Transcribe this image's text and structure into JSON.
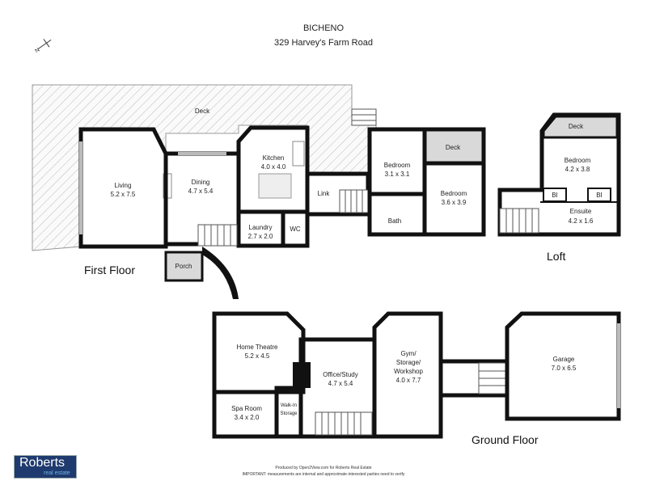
{
  "header": {
    "title": "BICHENO",
    "address": "329 Harvey's Farm Road"
  },
  "compass": {
    "icon": "north-arrow-icon",
    "label": "N"
  },
  "first_floor": {
    "label": "First Floor",
    "rooms": {
      "deck": "Deck",
      "living": {
        "name": "Living",
        "size": "5.2 x 7.5"
      },
      "dining": {
        "name": "Dining",
        "size": "4.7 x 5.4"
      },
      "kitchen": {
        "name": "Kitchen",
        "size": "4.0 x 4.0"
      },
      "laundry": {
        "name": "Laundry",
        "size": "2.7 x 2.0"
      },
      "wc": "WC",
      "link": "Link",
      "bedroom1": {
        "name": "Bedroom",
        "size": "3.1 x 3.1"
      },
      "bedroom2": {
        "name": "Bedroom",
        "size": "3.6 x 3.9"
      },
      "deck_small": "Deck",
      "bath": "Bath",
      "porch": "Porch"
    }
  },
  "loft": {
    "label": "Loft",
    "rooms": {
      "deck": "Deck",
      "bedroom": {
        "name": "Bedroom",
        "size": "4.2 x 3.8"
      },
      "bi_left": "BI",
      "bi_right": "BI",
      "ensuite": {
        "name": "Ensuite",
        "size": "4.2 x 1.6"
      }
    }
  },
  "ground_floor": {
    "label": "Ground Floor",
    "rooms": {
      "home_theatre": {
        "name": "Home Theatre",
        "size": "5.2 x 4.5"
      },
      "office": {
        "name": "Office/Study",
        "size": "4.7 x 5.4"
      },
      "spa": {
        "name": "Spa Room",
        "size": "3.4 x 2.0"
      },
      "walkin": {
        "line1": "Walk-In",
        "line2": "Storage"
      },
      "gym": {
        "line1": "Gym/",
        "line2": "Storage/",
        "line3": "Workshop",
        "size": "4.0 x 7.7"
      },
      "garage": {
        "name": "Garage",
        "size": "7.0 x 6.5"
      }
    }
  },
  "footer": {
    "logo_main": "Roberts",
    "logo_sub": "real estate",
    "credit": "Produced by Open2View.com for Roberts Real Estate",
    "disclaimer": "IMPORTANT: measurements are internal and approximate-interested parties need to verify"
  },
  "colors": {
    "wall": "#111111",
    "deck_fill": "#f2f2f2",
    "gray_room": "#d9d9d9",
    "logo_bg": "#1e3a6e"
  }
}
